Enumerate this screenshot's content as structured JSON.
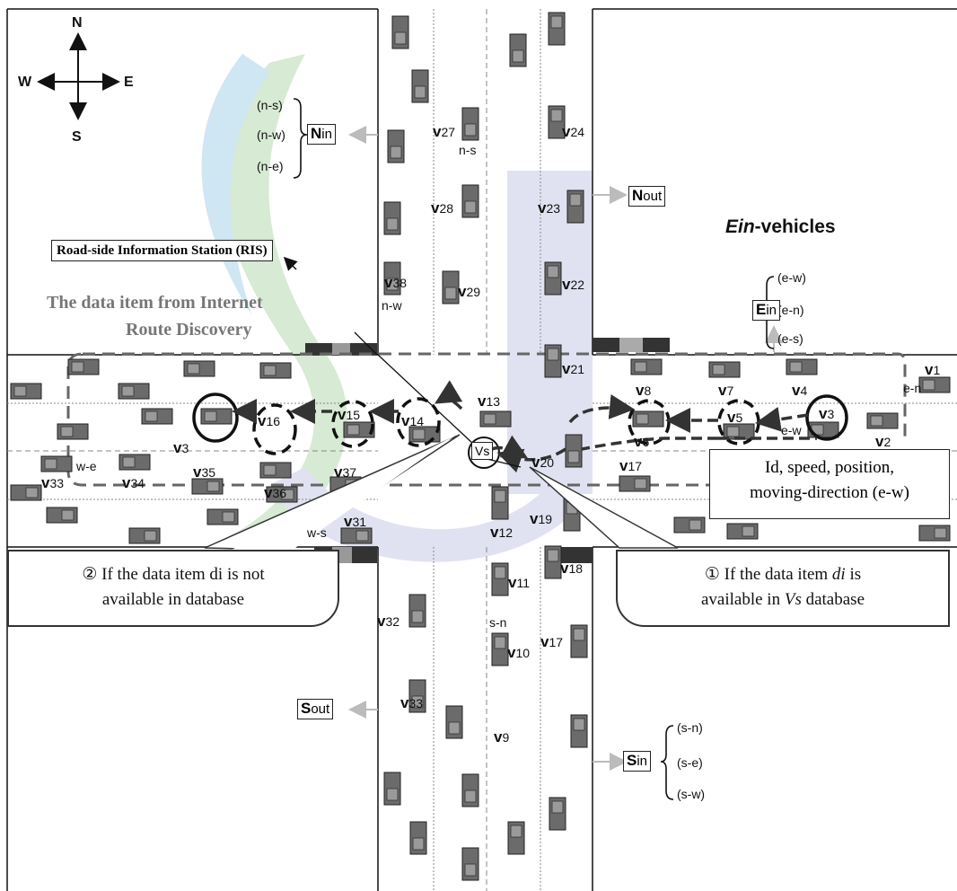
{
  "compass": {
    "n": "N",
    "s": "S",
    "e": "E",
    "w": "W"
  },
  "north_in": {
    "label_bold": "N",
    "label_rest": "in",
    "dirs": [
      "(n-s)",
      "(n-w)",
      "(n-e)"
    ]
  },
  "north_out": {
    "label_bold": "N",
    "label_rest": "out"
  },
  "east_in": {
    "label_bold": "E",
    "label_rest": "in",
    "dirs": [
      "(e-w)",
      "(e-n)",
      "(e-s)"
    ]
  },
  "south_out": {
    "label_bold": "S",
    "label_rest": "out"
  },
  "south_in": {
    "label_bold": "S",
    "label_rest": "in",
    "dirs": [
      "(s-n)",
      "(s-e)",
      "(s-w)"
    ]
  },
  "ein_title_italic": "Ein",
  "ein_title_rest": "-vehicles",
  "ris_label": "Road-side Information Station (RIS)",
  "internet_text": [
    "The data item from Internet",
    "Route Discovery"
  ],
  "info_box": [
    "Id, speed, position,",
    "moving-direction (e-w)"
  ],
  "callout_left": {
    "num": "②",
    "line1": "If the data item di is not",
    "line2": "available in database"
  },
  "callout_right": {
    "num": "①",
    "line1_a": "If the data item ",
    "di": "di",
    "line1_b": " is",
    "line2_a": "available in ",
    "vs": "Vs",
    "line2_b": " database"
  },
  "vs_label": "Vs",
  "lane_labels": {
    "ns": "n-s",
    "nw": "n-w",
    "en": "e-n",
    "ew": "e-w",
    "we": "w-e",
    "ws": "w-s",
    "sn": "s-n"
  },
  "vehicles": [
    {
      "n": "27"
    },
    {
      "n": "24"
    },
    {
      "n": "28"
    },
    {
      "n": "23"
    },
    {
      "n": "38"
    },
    {
      "n": "29"
    },
    {
      "n": "22"
    },
    {
      "n": "21"
    },
    {
      "n": "13"
    },
    {
      "n": "8"
    },
    {
      "n": "7"
    },
    {
      "n": "4"
    },
    {
      "n": "1"
    },
    {
      "n": "16"
    },
    {
      "n": "15"
    },
    {
      "n": "14"
    },
    {
      "n": "5"
    },
    {
      "n": "3"
    },
    {
      "n": "6"
    },
    {
      "n": "2"
    },
    {
      "n": "3"
    },
    {
      "n": "20"
    },
    {
      "n": "17"
    },
    {
      "n": "33"
    },
    {
      "n": "34"
    },
    {
      "n": "35"
    },
    {
      "n": "37"
    },
    {
      "n": "36"
    },
    {
      "n": "31"
    },
    {
      "n": "12"
    },
    {
      "n": "19"
    },
    {
      "n": "18"
    },
    {
      "n": "11"
    },
    {
      "n": "32"
    },
    {
      "n": "17"
    },
    {
      "n": "10"
    },
    {
      "n": "33"
    },
    {
      "n": "9"
    }
  ]
}
